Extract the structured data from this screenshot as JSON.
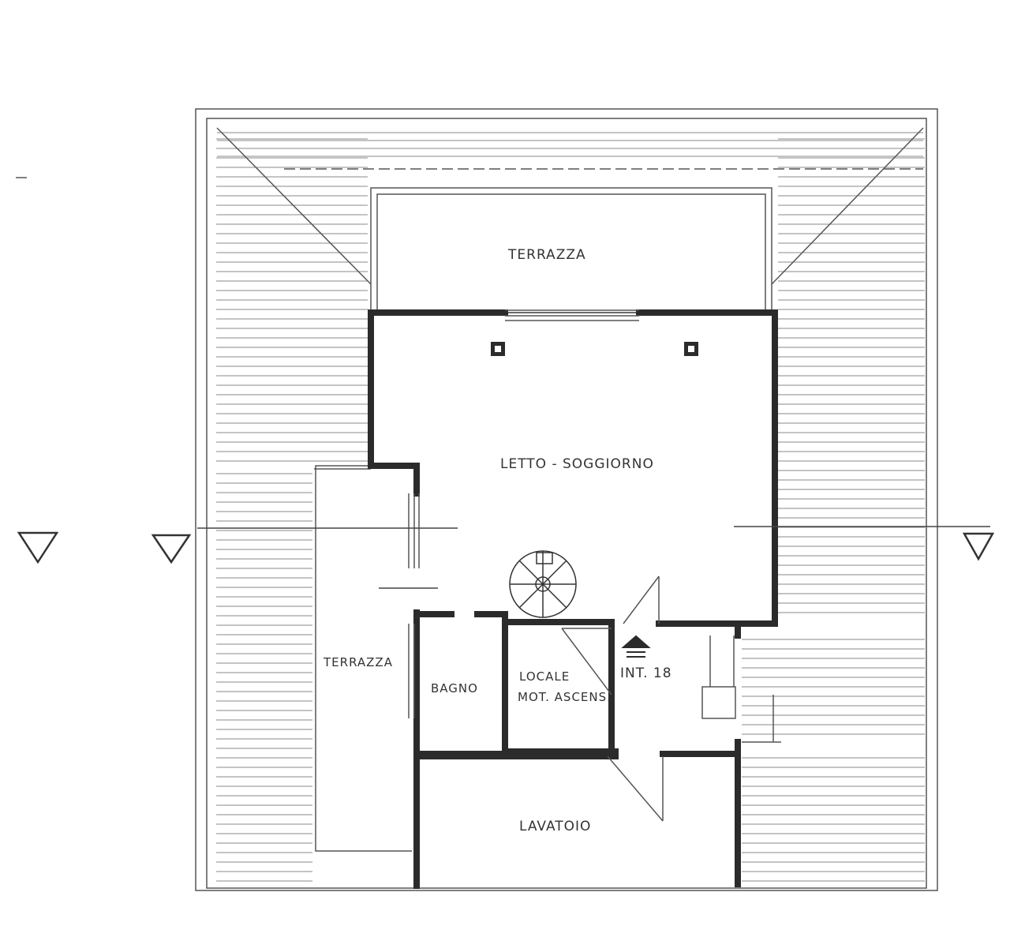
{
  "rooms": {
    "terrazza_top": "TERRAZZA",
    "letto_soggiorno": "LETTO - SOGGIORNO",
    "terrazza_left": "TERRAZZA",
    "bagno": "BAGNO",
    "locale_line1": "LOCALE",
    "locale_line2": "MOT. ASCENS.",
    "interno": "INT. 18",
    "lavatoio": "LAVATOIO"
  },
  "colors": {
    "wall": "#2b2b2b",
    "line": "#555555",
    "hatch": "#8a8a8a",
    "paper": "#ffffff"
  }
}
